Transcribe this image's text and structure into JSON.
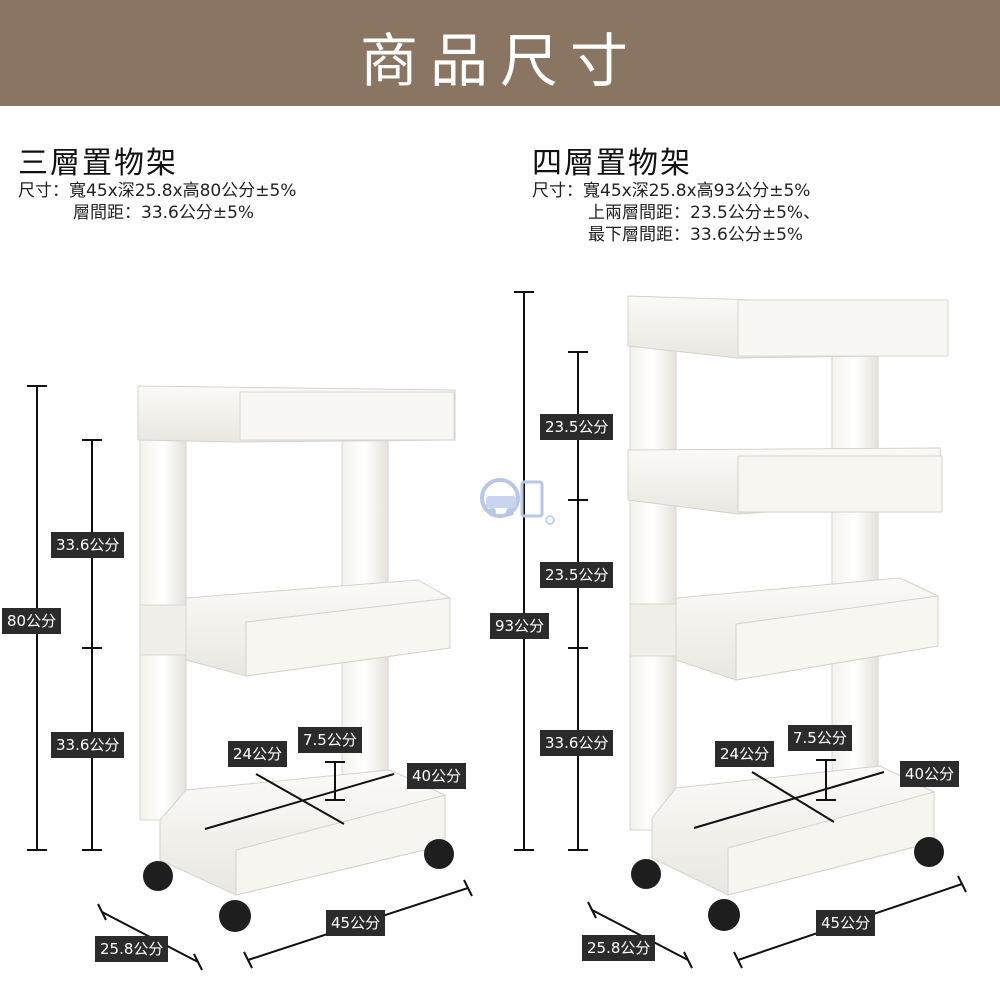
{
  "header": {
    "title": "商品尺寸"
  },
  "left": {
    "title": "三層置物架",
    "spec_line1": "尺寸：寬45x深25.8x高80公分±5%",
    "spec_line2": "層間距：33.6公分±5%",
    "dims": {
      "total_height": "80公分",
      "gap_upper": "33.6公分",
      "gap_lower": "33.6公分",
      "inner_depth": "24公分",
      "inner_height": "7.5公分",
      "inner_width": "40公分",
      "depth": "25.8公分",
      "width": "45公分"
    }
  },
  "right": {
    "title": "四層置物架",
    "spec_line1": "尺寸：寬45x深25.8x高93公分±5%",
    "spec_line2": "上兩層間距：23.5公分±5%、",
    "spec_line3": "最下層間距：33.6公分±5%",
    "dims": {
      "total_height": "93公分",
      "gap_top": "23.5公分",
      "gap_middle": "23.5公分",
      "gap_bottom": "33.6公分",
      "inner_depth": "24公分",
      "inner_height": "7.5公分",
      "inner_width": "40公分",
      "depth": "25.8公分",
      "width": "45公分"
    }
  },
  "colors": {
    "header_bg": "#8a7462",
    "label_bg": "#2b2b2b",
    "shelf": "#f4f3ee"
  },
  "watermark_icon": "brand-logo-icon"
}
